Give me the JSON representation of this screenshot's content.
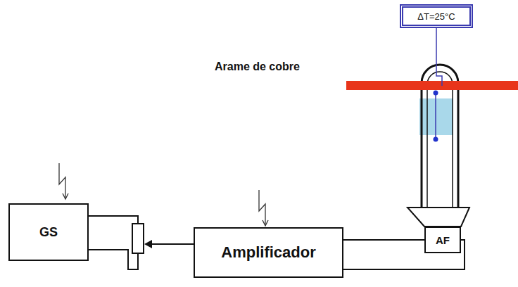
{
  "diagram": {
    "nodes": [
      {
        "text": [
          "GS"
        ]
      },
      {
        "text": [
          "Amplificador"
        ]
      },
      {
        "text": [
          "AF"
        ]
      },
      {
        "text": [
          "ΔT=25°C"
        ]
      }
    ],
    "edges": [
      {
        "from": 0,
        "to": 1,
        "arrow": "none"
      },
      {
        "from": 1,
        "to": 2,
        "arrow": "none"
      }
    ],
    "labels": [
      "Arame de cobre"
    ]
  }
}
